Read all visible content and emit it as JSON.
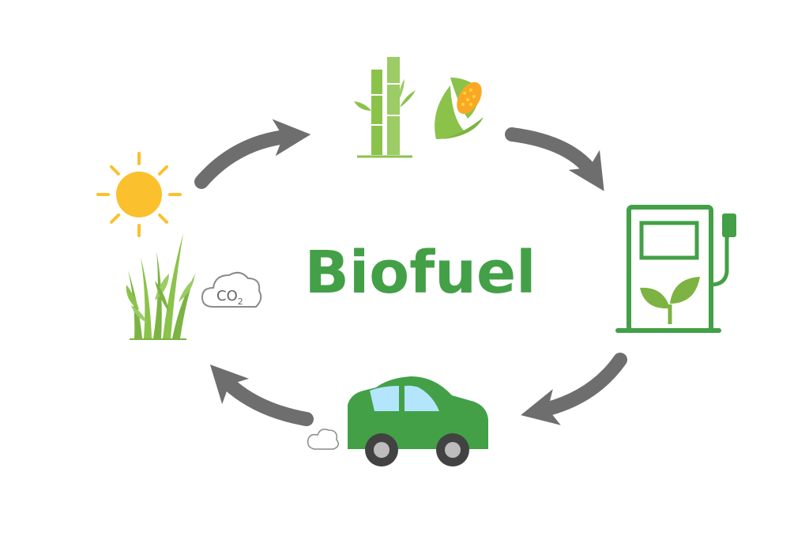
{
  "title": "Biofuel",
  "co2_label": "CO",
  "co2_subscript": "2",
  "colors": {
    "title": "#43a047",
    "arrow": "#6e6e6e",
    "sun": "#fbc02d",
    "plant_light": "#8bc34a",
    "plant_mid": "#7cb342",
    "green_dark": "#43a047",
    "car_window": "#b3e5fc",
    "corn": "#f9a825",
    "cloud_stroke": "#8a8a8a"
  },
  "icons": [
    "sun-icon",
    "grass-icon",
    "co2-cloud-icon",
    "bamboo-icon",
    "corn-icon",
    "fuel-pump-icon",
    "leaf-icon",
    "car-icon",
    "exhaust-cloud-icon",
    "cycle-arrow-icon"
  ]
}
